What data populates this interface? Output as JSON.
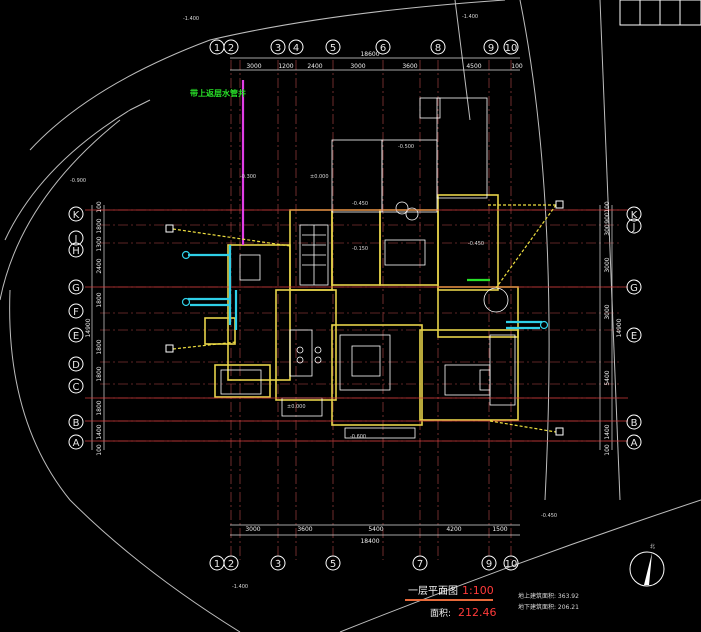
{
  "colors": {
    "background": "#000000",
    "axis_line": "#d23a3a",
    "wall": "#e6d34a",
    "dim": "#e8e8e8",
    "pipe_cyan": "#2fd0e8",
    "pipe_magenta": "#e23ee6",
    "green_note": "#28e028",
    "scale_red": "#ff3a3a",
    "title_orange": "#e86a3a"
  },
  "drawing": {
    "top_axes": [
      "1",
      "2",
      "3",
      "4",
      "5",
      "6",
      "8",
      "9",
      "10"
    ],
    "bottom_axes": [
      "1",
      "2",
      "3",
      "5",
      "7",
      "9",
      "10"
    ],
    "left_axes": [
      "K",
      "J",
      "H",
      "G",
      "F",
      "E",
      "D",
      "C",
      "B",
      "A"
    ],
    "right_axes": [
      "K",
      "J",
      "G",
      "E",
      "B",
      "A"
    ],
    "top_dims": [
      "3000",
      "1200",
      "2400",
      "3000",
      "3600",
      "4500",
      "100"
    ],
    "top_total": "18600",
    "bottom_dims": [
      "3000",
      "3600",
      "5400",
      "4200",
      "1500"
    ],
    "bottom_total": "18400",
    "left_dims": [
      "100",
      "1800",
      "1300",
      "2400",
      "1800",
      "1800",
      "1800",
      "1800",
      "1400",
      "100"
    ],
    "left_total": "14900",
    "right_dims": [
      "100",
      "900",
      "300",
      "3000",
      "3000",
      "5400",
      "1400",
      "100"
    ],
    "right_total": "14900",
    "green_note": "带上返层水管井",
    "levels": [
      "-1.400",
      "-1.400",
      "-0.900",
      "-0.300",
      "±0.000",
      "-0.150",
      "-0.450",
      "-0.450",
      "-0.500",
      "-0.600",
      "±0.000",
      "-0.450",
      "-1.400"
    ],
    "north_label": "北"
  },
  "title_block": {
    "plan_title": "一层平面图",
    "scale": "1:100",
    "area_label": "面积:",
    "area_value": "212.46",
    "note_line1": "地上建筑面积: 363.92",
    "note_line2": "地下建筑面积: 206.21"
  }
}
